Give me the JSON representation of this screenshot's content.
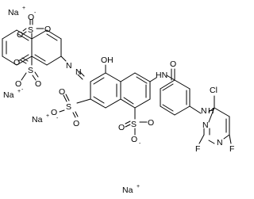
{
  "structure": {
    "atoms": {
      "na1": "Na",
      "na2": "Na",
      "na3": "Na",
      "na4": "Na",
      "plus": "+",
      "o_minus_top": "O",
      "minus": "-",
      "s_top": "S",
      "o_top_a": "O",
      "o_top_b": "O",
      "s_mid": "S",
      "o_mid_a": "O",
      "o_mid_b": "O",
      "o_mid_minus": "O",
      "n_azo_1": "N",
      "n_azo_2": "N",
      "oh": "OH",
      "s_left": "S",
      "o_left_a": "O",
      "o_left_b": "O",
      "o_left_minus": "O",
      "s_bottom": "S",
      "o_bot_a": "O",
      "o_bot_b": "O",
      "o_bot_minus": "O",
      "hn_amide": "HN",
      "o_carbonyl": "O",
      "nh_link": "N",
      "h_link": "H",
      "cl": "Cl",
      "f_right": "F",
      "n_ring_1": "N",
      "n_ring_2": "N",
      "f_bottom": "F"
    }
  }
}
